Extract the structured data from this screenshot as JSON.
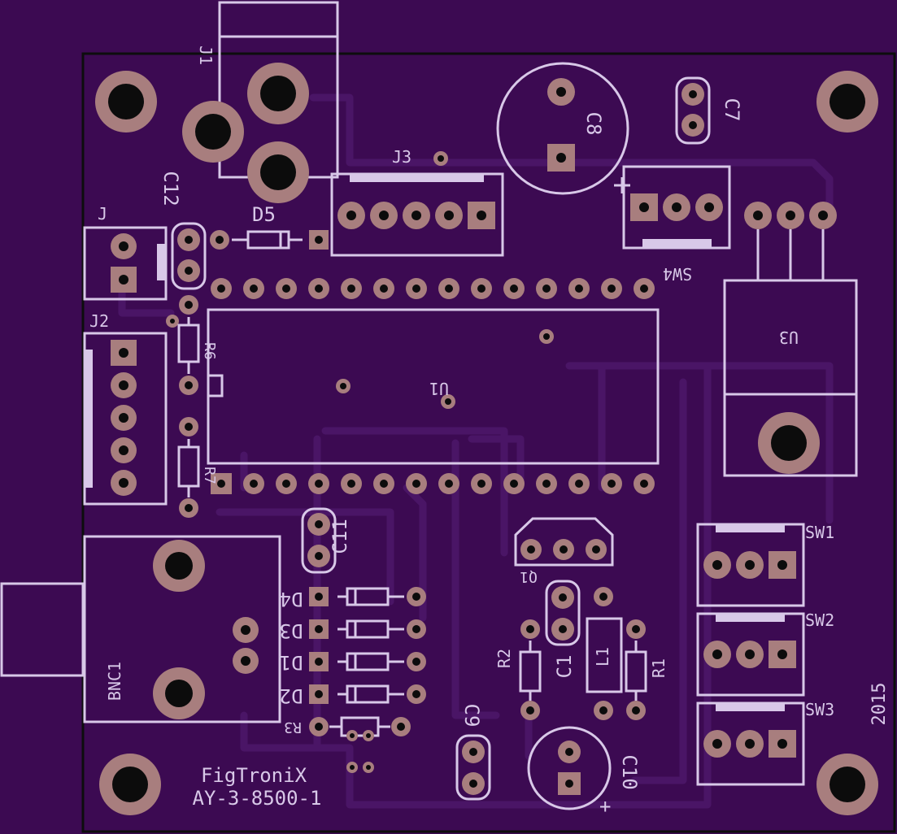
{
  "board": {
    "brand": "FigTroniX",
    "part": "AY-3-8500-1",
    "year": "2015",
    "colors": {
      "substrate": "#3c0a52",
      "silkscreen": "#d8c8e8",
      "copper_pad": "#a87e7e",
      "drill": "#0c0c0c",
      "trace": "#4a1566"
    }
  },
  "labels": {
    "J1": "J1",
    "J": "J",
    "J2": "J2",
    "J3": "J3",
    "C1": "C1",
    "C7": "C7",
    "C8": "C8",
    "C9": "C9",
    "C10": "C10",
    "C11": "C11",
    "C12": "C12",
    "D1": "D1",
    "D2": "D2",
    "D3": "D3",
    "D4": "D4",
    "D5": "D5",
    "R1": "R1",
    "R2": "R2",
    "R3": "R3",
    "R6": "R6",
    "R7": "R7",
    "L1": "L1",
    "Q1": "Q1",
    "U1": "U1",
    "U3": "U3",
    "SW1": "SW1",
    "SW2": "SW2",
    "SW3": "SW3",
    "SW4": "SW4",
    "BNC1": "BNC1",
    "plus": "+"
  }
}
